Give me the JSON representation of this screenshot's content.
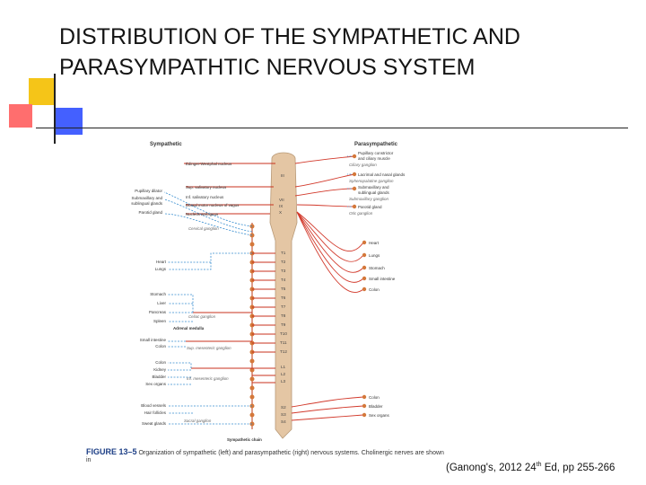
{
  "slide": {
    "title_line1": "DISTRIBUTION OF THE SYMPATHETIC AND",
    "title_line2": "PARASYMPATHTIC NERVOUS SYSTEM"
  },
  "citation": {
    "prefix": "(Ganong's, 2012 24",
    "sup": "th",
    "suffix": " Ed, pp 255-266"
  },
  "figure": {
    "heading_left": "Sympathetic",
    "heading_right": "Parasympathetic",
    "caption_label": "FIGURE 13–5",
    "caption_text": "Organization of sympathetic (left) and parasympathetic (right) nervous systems. Cholinergic nerves are shown in",
    "cord_labels": [
      "III",
      "VII",
      "IX",
      "X",
      "T1",
      "T2",
      "T3",
      "T4",
      "T5",
      "T6",
      "T7",
      "T8",
      "T9",
      "T10",
      "T11",
      "T12",
      "L1",
      "L2",
      "L3",
      "S2",
      "S3",
      "S4"
    ],
    "center_labels": {
      "edinger": "Edinger-Westphal nucleus",
      "sup_salivatory": "Sup. salivatory nucleus",
      "inf_salivatory": "Inf. salivatory nucleus",
      "dorsal_motor": "Dorsal motor nucleus of vagus",
      "ambiguus": "Nucleus ambiguus",
      "cervical": "Cervical ganglion",
      "celiac": "Celiac ganglion",
      "adrenal": "Adrenal medulla",
      "sup_mesenteric": "Sup. mesenteric ganglion",
      "inf_mesenteric": "Inf. mesenteric ganglion",
      "sacral": "Sacral ganglion",
      "chain": "Sympathetic chain"
    },
    "left_organs": {
      "head": [
        "Pupillary dilator",
        "Submaxillary and",
        "sublingual glands",
        "Parotid gland"
      ],
      "heart_lungs": [
        "Heart",
        "Lungs"
      ],
      "abdomen": [
        "Stomach",
        "Liver",
        "Pancreas",
        "Spleen"
      ],
      "intestine": [
        "Small intestine",
        "Colon"
      ],
      "pelvic": [
        "Colon",
        "Kidney",
        "Bladder",
        "Sex organs"
      ],
      "skin": [
        "Blood vessels",
        "Hair follicles",
        "Sweat glands"
      ]
    },
    "right_organs": {
      "head": [
        "Pupillary constrictor",
        "and ciliary muscle",
        "Ciliary ganglion",
        "Lacrimal and nasal glands",
        "Sphenopalatine ganglion",
        "Submaxillary and",
        "sublingual glands",
        "Submaxillary ganglion",
        "Parotid gland",
        "Otic ganglion"
      ],
      "thoracic": [
        "Heart",
        "Lungs",
        "Stomach",
        "Small intestine",
        "Colon"
      ],
      "pelvic": [
        "Colon",
        "Bladder",
        "Sex organs"
      ]
    }
  }
}
